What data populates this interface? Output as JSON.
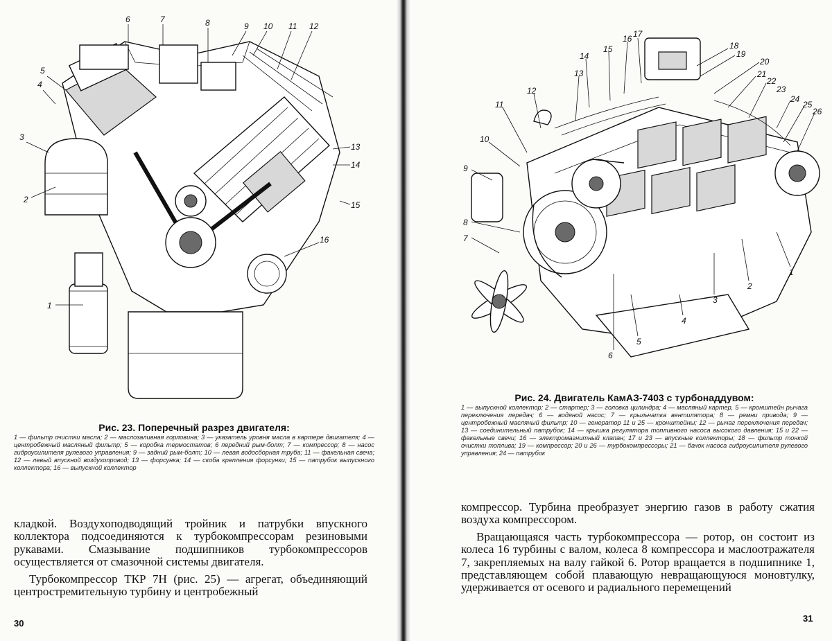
{
  "left_page": {
    "figure_title": "Рис. 23. Поперечный разрез двигателя:",
    "callouts": [
      "1",
      "2",
      "3",
      "4",
      "5",
      "6",
      "7",
      "8",
      "9",
      "10",
      "11",
      "12",
      "13",
      "14",
      "15",
      "16"
    ],
    "legend": "1 — фильтр очистки масла; 2 — маслозаливная горловина; 3 — указатель уровня масла в картере двигателя; 4 — центробежный масляный фильтр; 5 — коробка термостатов; 6 передний рым-болт; 7 — компрессор; 8 — насос гидроусилителя рулевого управления; 9 — задний рым-болт; 10 — левая водосборная труба; 11 — факельная свеча; 12 — левый впускной воздухопровод; 13 — форсунка; 14 — скоба крепления форсунки; 15 — патрубок выпускного коллектора; 16 — выпускной коллектор",
    "paragraph1": "кладкой. Воздухоподводящий тройник и патрубки впускного коллектора подсоединяются к турбокомпрессорам резиновыми рукавами. Смазывание подшипников турбокомпрессоров осуществляется от смазочной системы двигателя.",
    "paragraph2": "Турбокомпрессор ТКР 7Н (рис. 25) — агрегат, объединяющий центростремительную турбину и центробежный",
    "page_number": "30"
  },
  "right_page": {
    "figure_title": "Рис. 24. Двигатель КамАЗ-7403 с турбонаддувом:",
    "callouts": [
      "1",
      "2",
      "3",
      "4",
      "5",
      "6",
      "7",
      "8",
      "9",
      "10",
      "11",
      "12",
      "13",
      "14",
      "15",
      "16",
      "17",
      "18",
      "19",
      "20",
      "21",
      "22",
      "23",
      "24",
      "25",
      "26"
    ],
    "legend": "1 — выпускной коллектор; 2 — стартер; 3 — головка цилиндра; 4 — масляный картер, 5 — кронштейн рычага переключения передач; 6 — водяной насос; 7 — крыльчатка вентилятора; 8 — ремни привода; 9 — центробежный масляный фильтр; 10 — генератор 11 и 25 — кронштейны; 12 — рычаг переключения передач; 13 — соединительный патрубок; 14 — крышка регулятора топливного насоса высокого давления; 15 и 22 — факельные свечи; 16 — электромагнитный клапан; 17 и 23 — впускные коллекторы; 18 — фильтр тонкой очистки топлива; 19 — компрессор; 20 и 26 — турбокомпрессоры; 21 — бачок насоса гидроусилителя рулевого управления; 24 — патрубок",
    "paragraph1": "компрессор. Турбина преобразует энергию газов в работу сжатия воздуха компрессором.",
    "paragraph2": "Вращающаяся часть турбокомпрессора — ротор, он состоит из колеса 16 турбины с валом, колеса 8 компрессора и маслоотражателя 7, закрепляемых на валу гайкой 6. Ротор вращается в подшипнике 1, представляющем собой плавающую невращающуюся моновтулку, удерживается от осевого и радиального перемещений",
    "page_number": "31"
  }
}
